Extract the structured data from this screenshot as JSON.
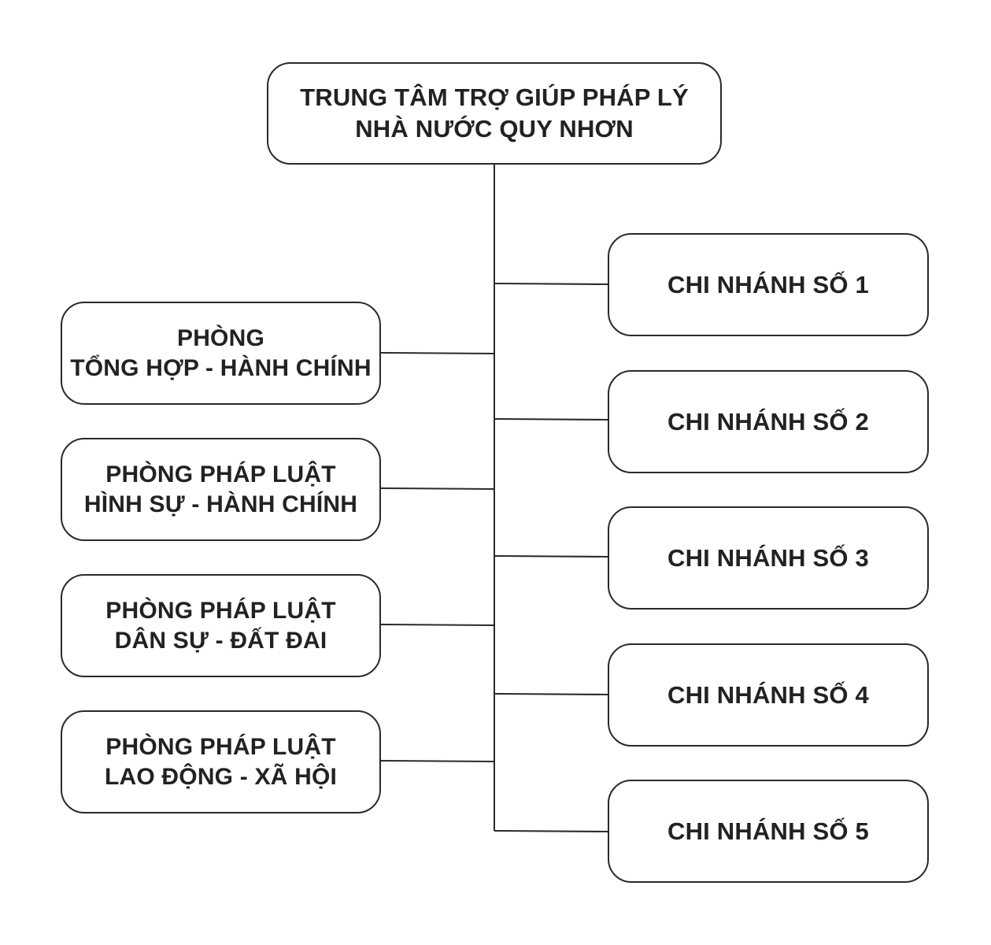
{
  "root": {
    "line1": "TRUNG TÂM TRỢ GIÚP PHÁP LÝ",
    "line2": "NHÀ NƯỚC QUY NHƠN"
  },
  "departments": [
    {
      "line1": "PHÒNG",
      "line2": "TỔNG HỢP - HÀNH CHÍNH"
    },
    {
      "line1": "PHÒNG PHÁP LUẬT",
      "line2": "HÌNH SỰ - HÀNH CHÍNH"
    },
    {
      "line1": "PHÒNG PHÁP LUẬT",
      "line2": "DÂN SỰ - ĐẤT ĐAI"
    },
    {
      "line1": "PHÒNG PHÁP LUẬT",
      "line2": "LAO ĐỘNG - XÃ HỘI"
    }
  ],
  "branches": [
    {
      "label": "CHI NHÁNH SỐ 1"
    },
    {
      "label": "CHI NHÁNH SỐ 2"
    },
    {
      "label": "CHI NHÁNH SỐ 3"
    },
    {
      "label": "CHI NHÁNH SỐ 4"
    },
    {
      "label": "CHI NHÁNH SỐ 5"
    }
  ],
  "colors": {
    "stroke": "#2a2a2a",
    "text": "#222222",
    "background": "#ffffff"
  }
}
